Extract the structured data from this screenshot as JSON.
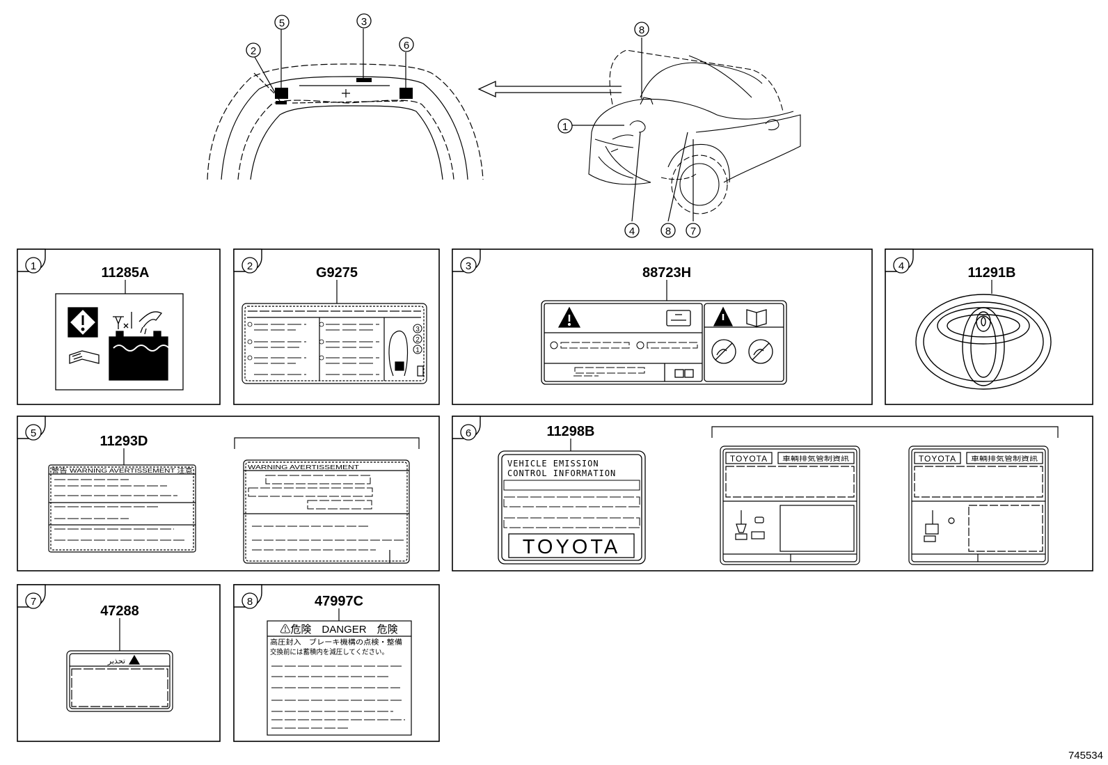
{
  "diagram_id": "745534",
  "panels": [
    {
      "num": "1",
      "part_no": "11285A"
    },
    {
      "num": "2",
      "part_no": "G9275"
    },
    {
      "num": "3",
      "part_no": "88723H"
    },
    {
      "num": "4",
      "part_no": "11291B"
    },
    {
      "num": "5",
      "part_no": "11293D"
    },
    {
      "num": "6",
      "part_no": "11298B"
    },
    {
      "num": "7",
      "part_no": "47288"
    },
    {
      "num": "8",
      "part_no": "47997C"
    }
  ],
  "overview_callouts": {
    "hood_interior": [
      "2",
      "5",
      "3",
      "6"
    ],
    "vehicle": [
      "8",
      "1",
      "4",
      "8",
      "7"
    ]
  },
  "label5": {
    "warning_left": "警告 WARNING AVERTISSEMENT 注意",
    "warning_right": "WARNING AVERTISSEMENT"
  },
  "label6": {
    "line1": "VEHICLE EMISSION",
    "line2": "CONTROL INFORMATION",
    "brand": "TOYOTA",
    "variant_brand": "TOYOTA",
    "variant_jp": "車輌排気管制資訊"
  },
  "label7": {
    "text": "تحذير"
  },
  "label8": {
    "header": "⚠危険　DANGER　危険",
    "jp_line1": "高圧封入　ブレーキ機構の点検・整備",
    "jp_line2": "交換前には蓄積内を減圧してください。"
  },
  "label2_circles": [
    "3",
    "2",
    "1"
  ]
}
